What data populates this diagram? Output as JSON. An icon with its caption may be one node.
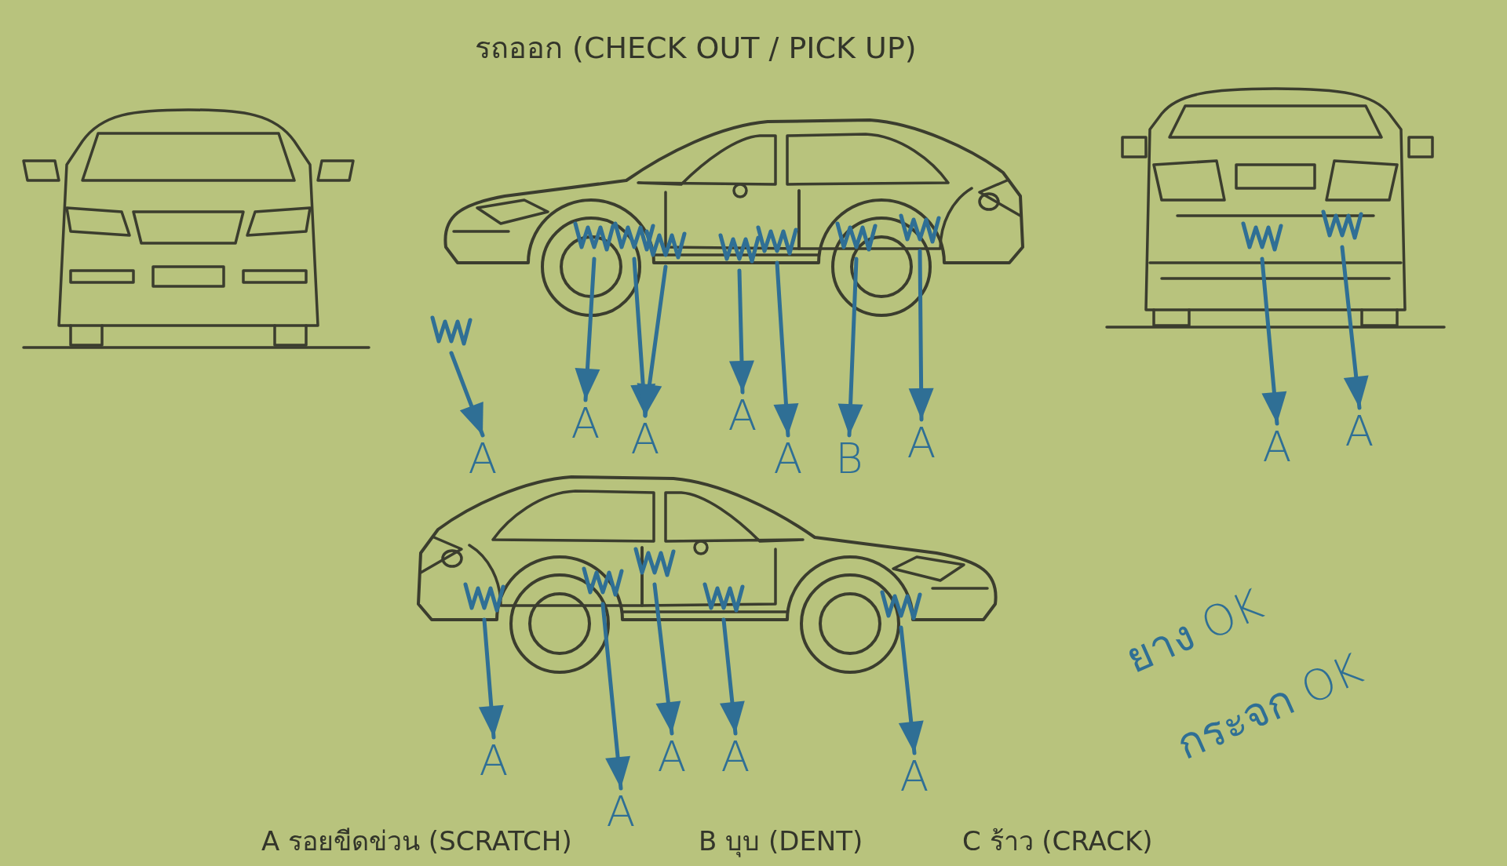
{
  "diagram": {
    "title": "รถออก (CHECK OUT / PICK UP)",
    "nodes": [
      {
        "text": [
          "A"
        ]
      },
      {
        "text": [
          "A"
        ]
      },
      {
        "text": [
          "A"
        ]
      },
      {
        "text": [
          "A"
        ]
      },
      {
        "text": [
          "A"
        ]
      },
      {
        "text": [
          "B"
        ]
      },
      {
        "text": [
          "A"
        ]
      },
      {
        "text": [
          "A"
        ]
      },
      {
        "text": [
          "A"
        ]
      },
      {
        "text": [
          "A"
        ]
      },
      {
        "text": [
          "A"
        ]
      },
      {
        "text": [
          "A"
        ]
      },
      {
        "text": [
          "A"
        ]
      },
      {
        "text": [
          "A"
        ]
      }
    ],
    "edges": [
      {
        "from": null,
        "to": 0,
        "arrow": "to"
      },
      {
        "from": null,
        "to": 1,
        "arrow": "to"
      },
      {
        "from": null,
        "to": 2,
        "arrow": "to"
      },
      {
        "from": null,
        "to": 2,
        "arrow": "to"
      },
      {
        "from": null,
        "to": 3,
        "arrow": "to"
      },
      {
        "from": null,
        "to": 4,
        "arrow": "to"
      },
      {
        "from": null,
        "to": 5,
        "arrow": "to"
      },
      {
        "from": null,
        "to": 6,
        "arrow": "to"
      },
      {
        "from": null,
        "to": 7,
        "arrow": "to"
      },
      {
        "from": null,
        "to": 8,
        "arrow": "to"
      },
      {
        "from": null,
        "to": 9,
        "arrow": "to"
      },
      {
        "from": null,
        "to": 10,
        "arrow": "to"
      },
      {
        "from": null,
        "to": 11,
        "arrow": "to"
      },
      {
        "from": null,
        "to": 12,
        "arrow": "to"
      },
      {
        "from": null,
        "to": 13,
        "arrow": "to"
      }
    ],
    "labels": [
      "ยาง OK",
      "กระจก OK",
      "A รอยขีดข่วน (SCRATCH)",
      "B บุบ (DENT)",
      "C ร้าว (CRACK)"
    ]
  }
}
